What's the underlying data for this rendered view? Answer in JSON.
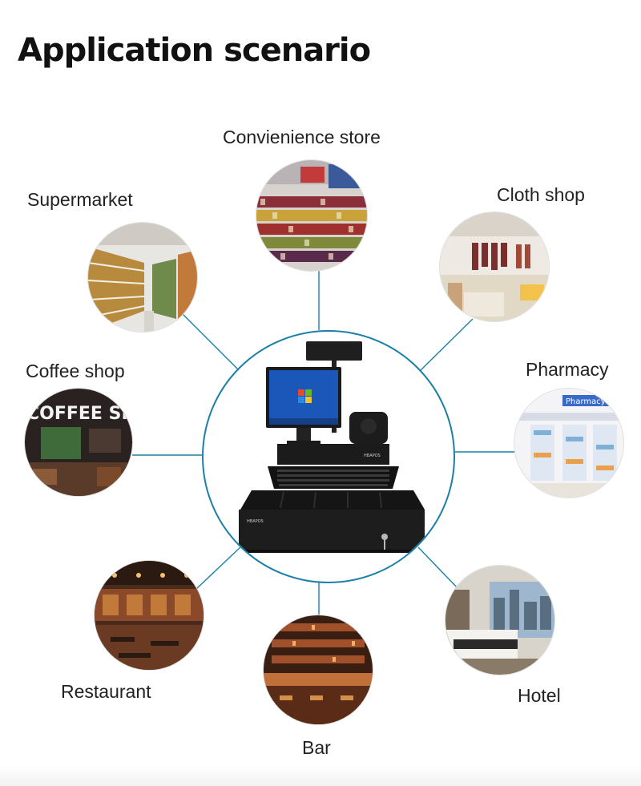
{
  "title": "Application scenario",
  "colors": {
    "connector": "#1c7fa8",
    "center_ring": "#1c7fa8"
  },
  "center": {
    "device_brand": "HBAPOS",
    "drawer_brand": "HBAPOS"
  },
  "scenarios": [
    {
      "id": "convenience",
      "label": "Convienience store",
      "icon": "convenience-store-photo"
    },
    {
      "id": "supermarket",
      "label": "Supermarket",
      "icon": "supermarket-photo"
    },
    {
      "id": "cloth",
      "label": "Cloth shop",
      "icon": "cloth-shop-photo"
    },
    {
      "id": "coffee",
      "label": "Coffee shop",
      "icon": "coffee-shop-photo",
      "sign_text": "COFFEE SHOP"
    },
    {
      "id": "pharmacy",
      "label": "Pharmacy",
      "icon": "pharmacy-photo",
      "sign_text": "Pharmacy"
    },
    {
      "id": "restaurant",
      "label": "Restaurant",
      "icon": "restaurant-photo"
    },
    {
      "id": "bar",
      "label": "Bar",
      "icon": "bar-photo"
    },
    {
      "id": "hotel",
      "label": "Hotel",
      "icon": "hotel-photo"
    }
  ]
}
